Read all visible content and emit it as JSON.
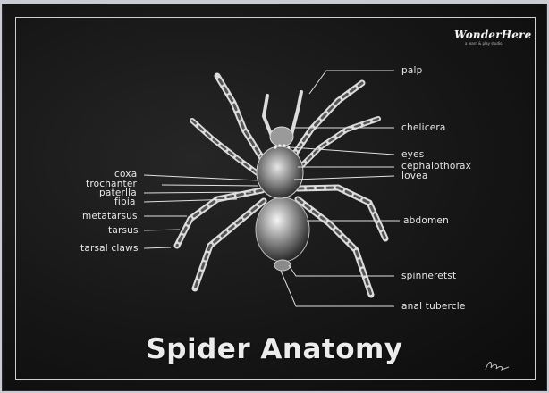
{
  "logo": {
    "name": "WonderHere",
    "tagline": "a learn & play studio"
  },
  "labels_right": {
    "palp": "palp",
    "chelicera": "chelicera",
    "eyes": "eyes",
    "cephalothorax": "cephalothorax",
    "lovea": "lovea",
    "abdomen": "abdomen",
    "spinneretst": "spinneretst",
    "anal_tubercle": "anal tubercle"
  },
  "labels_left": {
    "coxa": "coxa",
    "trochanter": "trochanter",
    "paterlla": "paterlla",
    "fibia": "fibia",
    "metatarsus": "metatarsus",
    "tarsus": "tarsus",
    "tarsal_claws": "tarsal claws"
  },
  "title": "Spider Anatomy",
  "colors": {
    "board": "#141414",
    "chalk": "#e8e8e8",
    "background": "#c9ccd2"
  }
}
